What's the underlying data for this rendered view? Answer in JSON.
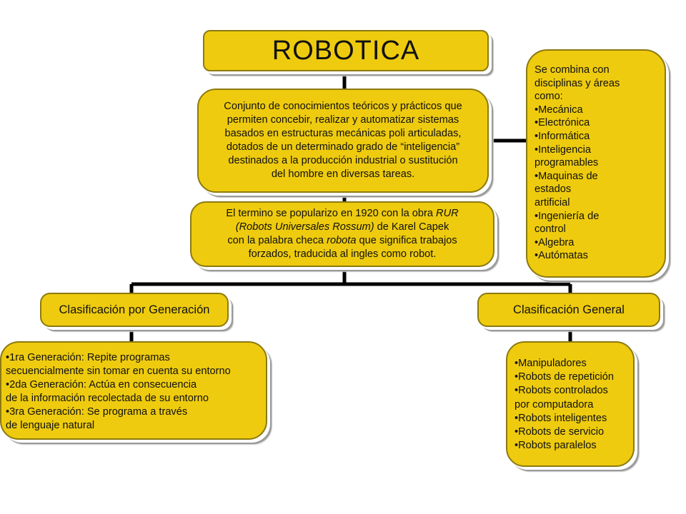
{
  "title": "ROBOTICA",
  "definition": {
    "lines": [
      "Conjunto de conocimientos teóricos y prácticos que",
      "permiten concebir, realizar y automatizar sistemas",
      "basados en estructuras mecánicas poli articuladas,",
      "dotados de un determinado grado de “inteligencia”",
      "destinados a la producción industrial o sustitución",
      "del hombre en diversas tareas."
    ]
  },
  "history": {
    "line1": "El termino se popularizo en 1920 con la obra ",
    "line1_em": "RUR",
    "line2_em": "(Robots Universales Rossum)",
    "line2": " de Karel Capek",
    "line3_a": "con la palabra checa ",
    "line3_em": "robota",
    "line3_b": " que significa trabajos",
    "line4": "forzados, traducida al  ingles como  robot."
  },
  "disciplines": {
    "lines": [
      "Se combina con",
      "disciplinas y áreas",
      "como:",
      "•Mecánica",
      "•Electrónica",
      "•Informática",
      "•Inteligencia",
      "programables",
      "•Maquinas de",
      "estados",
      "artificial",
      "•Ingeniería de",
      "control",
      "•Algebra",
      "•Autómatas"
    ]
  },
  "generation": {
    "heading": "Clasificación por Generación",
    "lines": [
      "•1ra Generación: Repite programas",
      "secuencialmente sin tomar en cuenta su entorno",
      "•2da Generación: Actúa en consecuencia",
      "de la información recolectada de su entorno",
      "•3ra Generación: Se programa a través",
      "de lenguaje natural"
    ]
  },
  "general": {
    "heading": "Clasificación General",
    "lines": [
      "•Manipuladores",
      "•Robots de repetición",
      "•Robots controlados",
      "por computadora",
      "•Robots inteligentes",
      "•Robots de servicio",
      "•Robots paralelos"
    ]
  }
}
